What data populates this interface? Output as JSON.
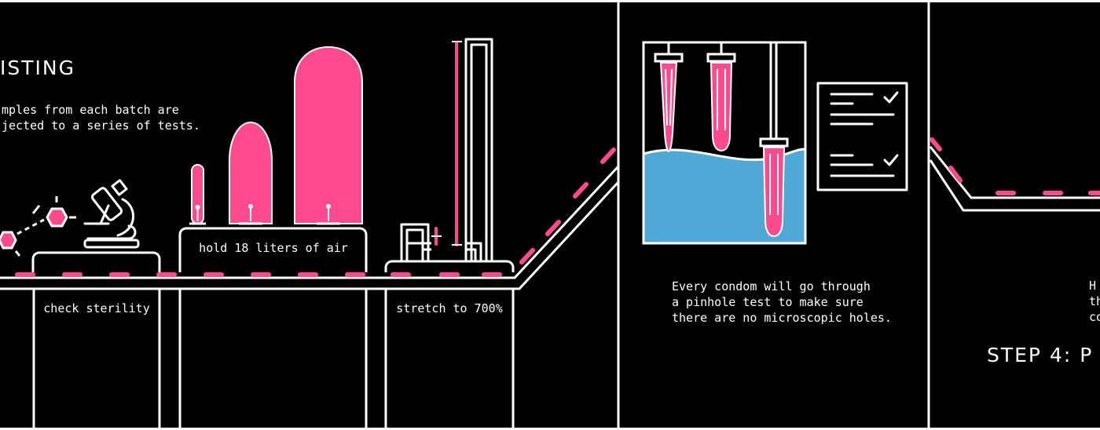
{
  "panel1": {
    "heading": "ISTING",
    "intro_line1": "mples from each batch are",
    "intro_line2": "jected to a series of tests.",
    "label_sterility": "check sterility",
    "label_air": "hold 18 liters of air",
    "label_stretch": "stretch to 700%"
  },
  "panel2": {
    "line1": "Every condom will go through",
    "line2": "a pinhole test to make sure",
    "line3": "there are no microscopic holes."
  },
  "panel3": {
    "frag1": "H",
    "frag2": "th",
    "frag3": "co",
    "step_heading": "STEP 4: P"
  },
  "colors": {
    "pink": "#ff4a8d",
    "water": "#4fa8d6",
    "line": "#ffffff",
    "background": "#000000"
  },
  "icons": [
    "microscope-icon",
    "molecule-icon",
    "checklist-icon",
    "checkmark-icon"
  ]
}
